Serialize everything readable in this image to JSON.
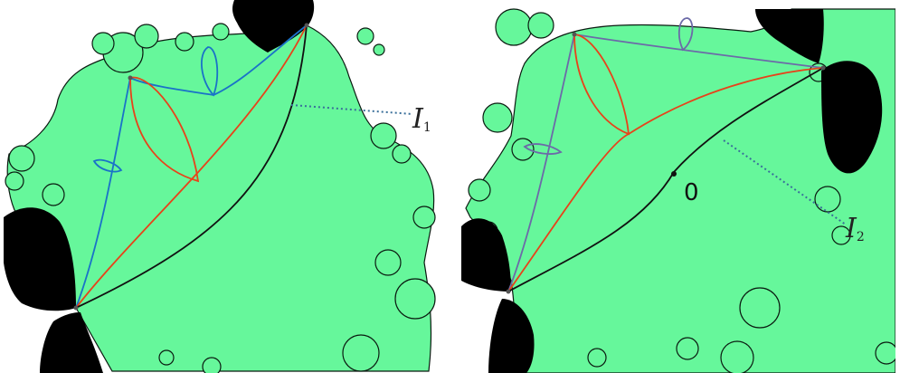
{
  "panels": [
    {
      "label_main": "I",
      "label_sub": "1"
    },
    {
      "label_main": "I",
      "label_sub": "2",
      "point_label": "0"
    }
  ],
  "colors": {
    "fill": "#66f79b",
    "dark": "#000000",
    "blue": "#1a72c8",
    "red": "#e8421a",
    "black": "#111111",
    "dotted": "#3a6f9a",
    "purple": "#6c6aa8"
  }
}
